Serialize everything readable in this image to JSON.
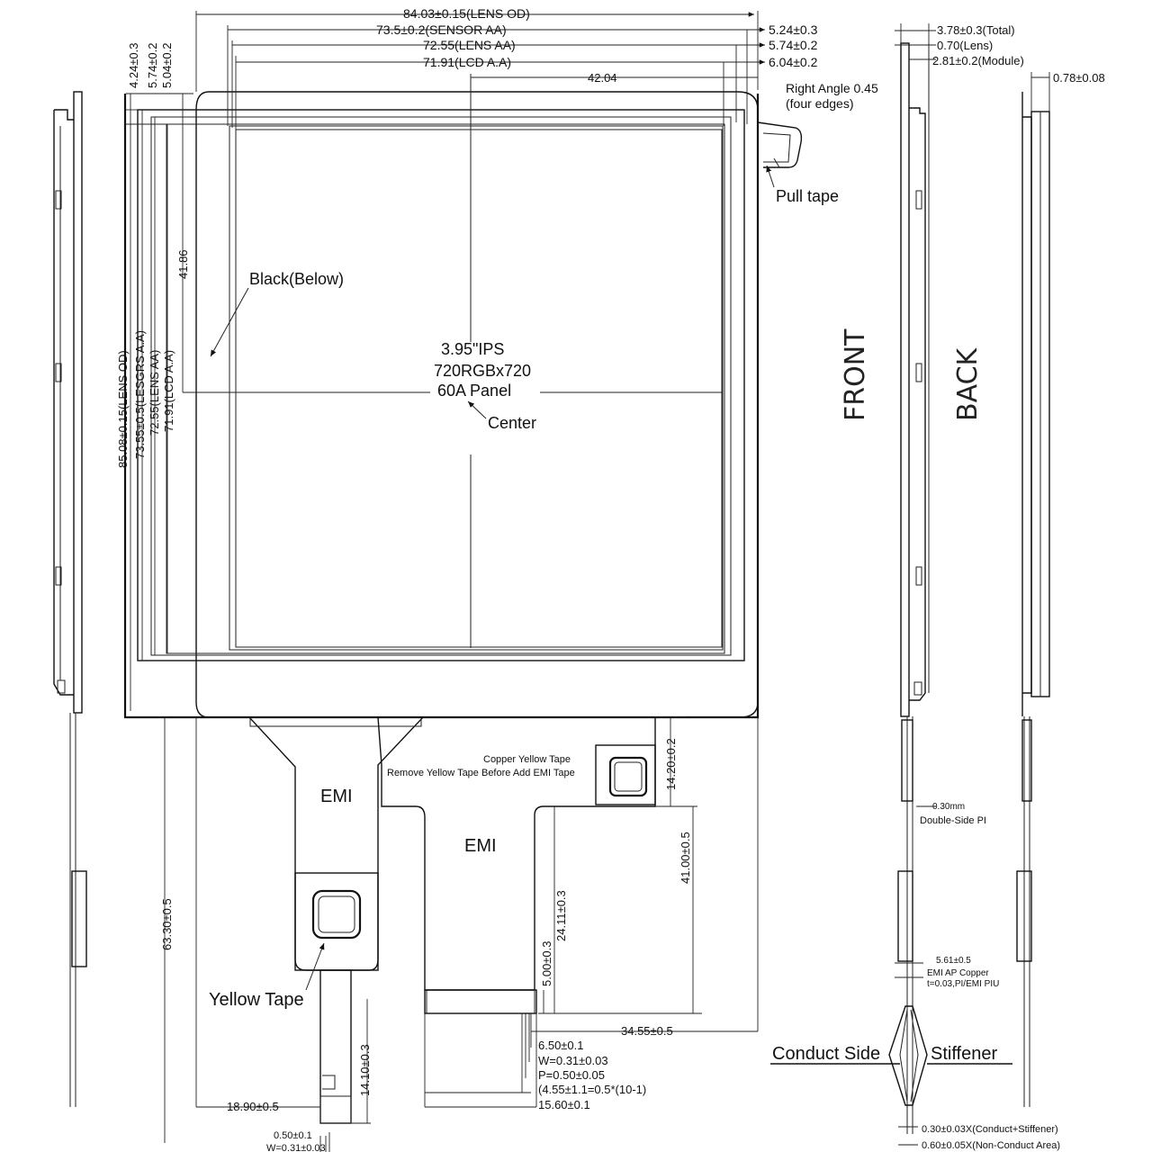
{
  "dims_top": {
    "lens_od": "84.03±0.15(LENS OD)",
    "sensor_aa": "73.5±0.2(SENSOR AA)",
    "lens_aa": "72.55(LENS AA)",
    "lcd_aa": "71.91(LCD A.A)",
    "center_x": "42.04",
    "r1": "5.24±0.3",
    "r2": "5.74±0.2",
    "r3": "6.04±0.2"
  },
  "dims_left": {
    "t1": "4.24±0.3",
    "t2": "5.74±0.2",
    "t3": "5.04±0.2",
    "center_y": "41.86",
    "lens_od": "85.08±0.15(LENS OD)",
    "sensor_aa": "73.55±0.5(LESGRS A.A)",
    "lens_aa": "72.55(LENS AA)",
    "lcd_aa": "71.91(LCD A.A)"
  },
  "labels": {
    "right_angle": "Right Angle 0.45",
    "four_edges": "(four edges)",
    "pull_tape": "Pull tape",
    "black_below": "Black(Below)",
    "panel_line1": "3.95\"IPS",
    "panel_line2": "720RGBx720",
    "panel_line3": "60A Panel",
    "center": "Center",
    "front": "FRONT",
    "back": "BACK",
    "emi_left": "EMI",
    "emi_main": "EMI",
    "copper_tape": "Copper Yellow Tape",
    "remove_tape": "Remove Yellow Tape Before Add EMI Tape",
    "yellow_tape": "Yellow Tape",
    "conduct_side": "Conduct Side",
    "stiffener": "Stiffener"
  },
  "dims_fpc": {
    "h1420": "14.20±0.2",
    "h4100": "41.00±0.5",
    "h2411": "24.11±0.3",
    "h500": "5.00±0.3",
    "w3455": "34.55±0.5",
    "h6330": "63.30±0.5",
    "h1410": "14.10±0.3",
    "w1890": "18.90±0.5",
    "p650": "6.50±0.1",
    "pw": "W=0.31±0.03",
    "pp": "P=0.50±0.05",
    "pf": "(4.55±1.1=0.5*(10-1)",
    "p1560": "15.60±0.1",
    "b050": "0.50±0.1",
    "bw": "W=0.31±0.03"
  },
  "dims_side": {
    "total": "3.78±0.3(Total)",
    "lens": "0.70(Lens)",
    "module": "2.81±0.2(Module)",
    "back_t": "0.78±0.08",
    "pi_thick": "0.30mm",
    "pi_name": "Double-Side PI",
    "emi_w": "5.61±0.5",
    "emi_ap": "EMI AP Copper",
    "emi_t": "t=0.03,PI/EMI PIU",
    "conduct_stiff": "0.30±0.03X(Conduct+Stiffener)",
    "non_conduct": "0.60±0.05X(Non-Conduct Area)"
  }
}
